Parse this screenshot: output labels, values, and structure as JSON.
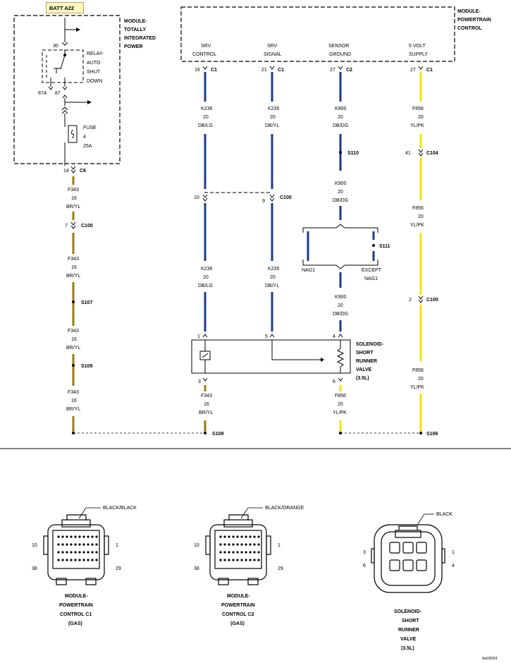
{
  "battery_label": "BATT A22",
  "modules": {
    "tip": [
      "MODULE-",
      "TOTALLY",
      "INTEGRATED",
      "POWER"
    ],
    "pcm": [
      "MODULE-",
      "POWERTRAIN",
      "CONTROL"
    ]
  },
  "relay": {
    "label": [
      "RELAY-",
      "AUTO",
      "SHUT",
      "DOWN"
    ],
    "pins": {
      "top": "30",
      "left": "87A",
      "right": "87"
    }
  },
  "fuse": {
    "label": "FUSE",
    "number": "4",
    "rating": "25A"
  },
  "pcm_pins": [
    {
      "name": [
        "SRV",
        "CONTROL"
      ],
      "pin": "16",
      "conn": "C1"
    },
    {
      "name": [
        "SRV",
        "SIGNAL"
      ],
      "pin": "21",
      "conn": "C1"
    },
    {
      "name": [
        "SENSOR",
        "GROUND"
      ],
      "pin": "27",
      "conn": "C2"
    },
    {
      "name": [
        "5 VOLT",
        "SUPPLY"
      ],
      "pin": "27",
      "conn": "C1"
    }
  ],
  "wires": {
    "k236": [
      "K236",
      "20",
      "DB/LG"
    ],
    "k235": [
      "K235",
      "20",
      "DB/YL"
    ],
    "k900": [
      "K900",
      "20",
      "DB/DG"
    ],
    "f856": [
      "F856",
      "20",
      "YL/PK"
    ],
    "f343": [
      "F343",
      "16",
      "BR/YL"
    ]
  },
  "connectors": {
    "c6": {
      "pin": "14",
      "name": "C6"
    },
    "c100_left": {
      "pin": "7",
      "name": "C100"
    },
    "c100_k236": {
      "pin": "10"
    },
    "c100_k235": {
      "pin": "9",
      "name": "C100"
    },
    "c104": {
      "pin": "41",
      "name": "C104"
    },
    "c100_f856": {
      "pin": "2",
      "name": "C100"
    }
  },
  "splices": {
    "s107": "S107",
    "s108": "S108",
    "s109": "S109",
    "s110": "S110",
    "s111": "S111",
    "s106": "S106"
  },
  "variants": {
    "nag1": "NAG1",
    "except": [
      "EXCEPT",
      "NAG1"
    ]
  },
  "solenoid": {
    "label": [
      "SOLENOID-",
      "SHORT",
      "RUNNER",
      "VALVE",
      "(3.5L)"
    ],
    "top_pins": [
      "1",
      "5",
      "4"
    ],
    "bottom_pins": [
      "3",
      "6"
    ]
  },
  "connector_views": [
    {
      "color": "BLACK/BLACK",
      "caption": [
        "MODULE-",
        "POWERTRAIN",
        "CONTROL C1",
        "(GAS)"
      ],
      "pins": {
        "tl": "10",
        "tr": "1",
        "bl": "38",
        "br": "29"
      }
    },
    {
      "color": "BLACK/ORANGE",
      "caption": [
        "MODULE-",
        "POWERTRAIN",
        "CONTROL C2",
        "(GAS)"
      ],
      "pins": {
        "tl": "10",
        "tr": "1",
        "bl": "38",
        "br": "29"
      }
    },
    {
      "color": "BLACK",
      "caption": [
        "SOLENOID-",
        "SHORT",
        "RUNNER",
        "VALVE",
        "(3.5L)"
      ],
      "pins": {
        "tl": "3",
        "tr": "1",
        "bl": "6",
        "br": "4"
      }
    }
  ],
  "figure_id": "9a03593",
  "colors": {
    "db_wire": "#1a3a8c",
    "br_wire": "#9c7a14",
    "yl_wire": "#f2e600"
  }
}
